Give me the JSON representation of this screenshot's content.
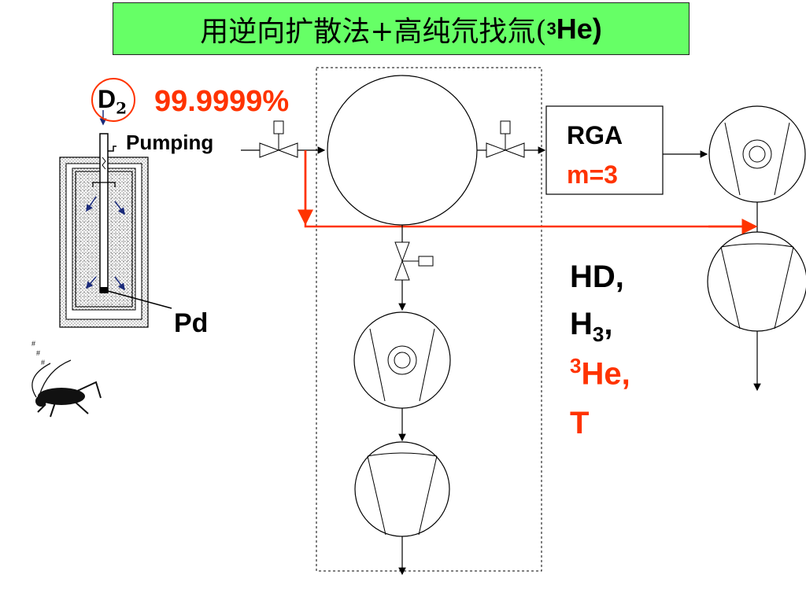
{
  "title": {
    "main": "用逆向扩散法+高纯氘找氚(",
    "sup": "3",
    "tail": "He)"
  },
  "labels": {
    "d2_main": "D",
    "d2_sub": "2",
    "purity": "99.9999%",
    "pumping": "Pumping",
    "pd": "Pd",
    "rga": "RGA",
    "rga_mass": "m=3",
    "species_hd": "HD,",
    "species_h": "H",
    "species_h_sub": "3",
    "species_h_comma": ",",
    "species_he_sup": "3",
    "species_he": "He,",
    "species_t": "T"
  },
  "colors": {
    "title_bg": "#66ff66",
    "accent_red": "#ff3300",
    "line": "#000000"
  }
}
